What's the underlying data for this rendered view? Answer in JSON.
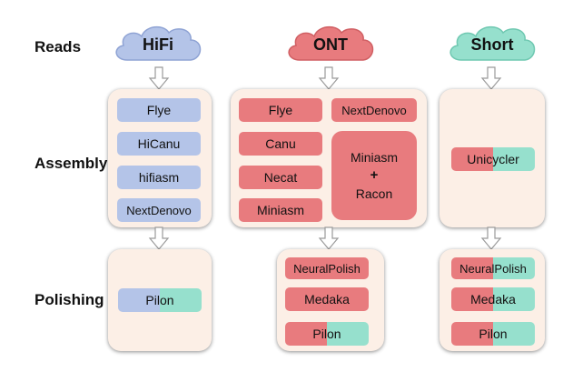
{
  "row_labels": {
    "reads": "Reads",
    "assembly": "Assembly",
    "polishing": "Polishing"
  },
  "columns": {
    "hifi": {
      "read_type": "HiFi",
      "assembly": [
        "Flye",
        "HiCanu",
        "hifiasm",
        "NextDenovo"
      ],
      "polishing": [
        "Pilon"
      ]
    },
    "ont": {
      "read_type": "ONT",
      "assembly": [
        "Flye",
        "NextDenovo",
        "Canu",
        "Necat",
        "Miniasm"
      ],
      "combined_assembler": {
        "top": "Miniasm",
        "plus": "+",
        "bottom": "Racon"
      },
      "polishing": [
        "NeuralPolish",
        "Medaka",
        "Pilon"
      ]
    },
    "short": {
      "read_type": "Short",
      "assembly": [
        "Unicycler"
      ],
      "polishing": [
        "NeuralPolish",
        "Medaka",
        "Pilon"
      ]
    }
  },
  "colors": {
    "hifi": "#b4c4e8",
    "ont": "#e87b7e",
    "short": "#96e0cd",
    "panel": "#fcefe6"
  }
}
